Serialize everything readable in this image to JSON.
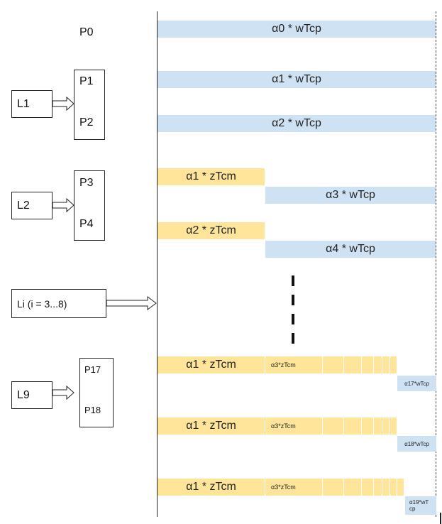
{
  "processes": {
    "p0": "P0",
    "p1": "P1",
    "p2": "P2",
    "p3": "P3",
    "p4": "P4",
    "p17": "P17",
    "p18": "P18"
  },
  "levels": {
    "l1": "L1",
    "l2": "L2",
    "li": "Li (i = 3...8)",
    "l9": "L9"
  },
  "bars": {
    "a0_w": "α0 * wTcp",
    "a1_w": "α1 * wTcp",
    "a2_w": "α2 * wTcp",
    "a1_z": "α1 * zTcm",
    "a3_w": "α3 * wTcp",
    "a2_z": "α2 * zTcm",
    "a4_w": "α4 * wTcp",
    "a1_z_r1": "α1 * zTcm",
    "a3_z_r1": "α3*zTcm",
    "a17_w": "α17*wTcp",
    "a1_z_r2": "α1 * zTcm",
    "a3_z_r2": "α3*zTcm",
    "a18_w": "α18*wTcp",
    "a1_z_r3": "α1 * zTcm",
    "a3_z_r3": "α3*zTcm",
    "a19_w_line1": "α19*wT",
    "a19_w_line2": "cp"
  },
  "colors": {
    "wtcp_bar": "#cfe2f3",
    "ztcm_bar": "#ffe599"
  }
}
